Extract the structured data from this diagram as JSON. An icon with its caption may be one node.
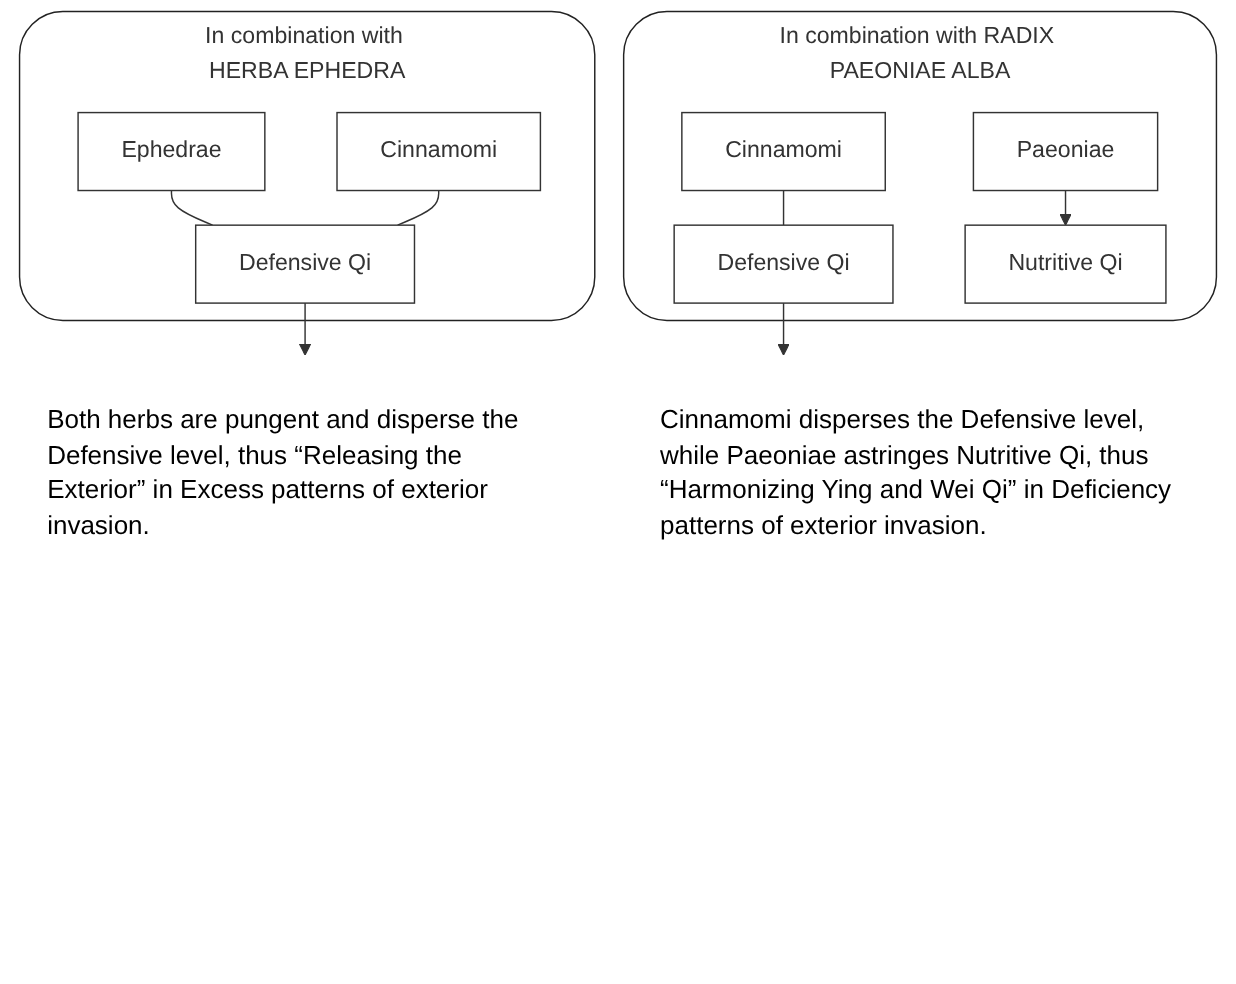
{
  "diagram": {
    "nodes": [
      {
        "text": [
          "In combination with HERBA EPHEDRA"
        ],
        "beside": [
          "Both herbs are pungent and disperse the Defensive level, thus “Releasing the Exterior” in Excess patterns of exterior invasion."
        ]
      },
      {
        "text": [
          "Defensive Qi"
        ],
        "in": 0
      },
      {
        "text": [
          "Ephedrae"
        ],
        "in": 0
      },
      {
        "text": [
          "Cinnamomi"
        ],
        "in": 0
      },
      {
        "text": [
          "In combination with RADIX PAEONIAE ALBA"
        ],
        "beside": [
          "Cinnamomi disperses the Defensive level, while Paeoniae astringes Nutritive Qi, thus “Harmonizing Ying and Wei Qi” in Deficiency patterns of exterior invasion."
        ]
      },
      {
        "text": [
          "Cinnamomi"
        ],
        "in": 4
      },
      {
        "text": [
          "Defensive Qi"
        ],
        "in": 4
      },
      {
        "text": [
          "Paeoniae"
        ],
        "in": 4
      },
      {
        "text": [
          "Nutritive Qi"
        ],
        "in": 4
      }
    ],
    "edges": [
      {
        "from": 2,
        "to": 1,
        "arrow": "none"
      },
      {
        "from": 3,
        "to": 1,
        "arrow": "none"
      },
      {
        "from": 1,
        "to": null,
        "arrow": "to"
      },
      {
        "from": 5,
        "to": 6,
        "arrow": "none"
      },
      {
        "from": 6,
        "to": null,
        "arrow": "to"
      },
      {
        "from": 7,
        "to": 8,
        "arrow": "to"
      }
    ]
  }
}
